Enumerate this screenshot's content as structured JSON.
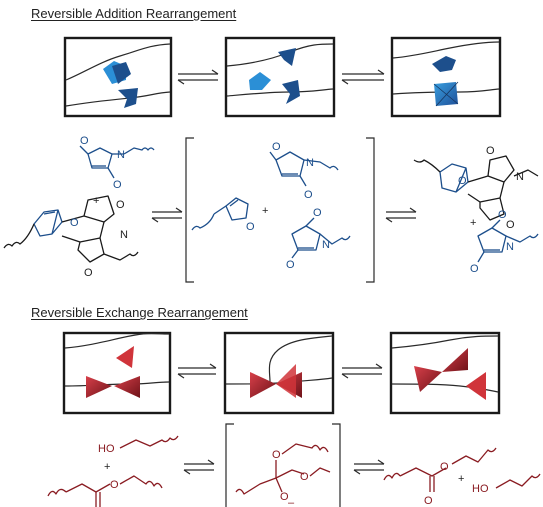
{
  "sections": {
    "addition": {
      "title": "Reversible Addition Rearrangement"
    },
    "exchange": {
      "title": "Reversible Exchange Rearrangement"
    }
  },
  "atoms": {
    "O": "O",
    "N": "N",
    "HO": "HO",
    "plus": "+",
    "minus": "–"
  },
  "colors": {
    "addition_accent": "#1d4f8c",
    "addition_light": "#2b8fd6",
    "exchange_accent": "#8a1c22",
    "exchange_light": "#d0343a",
    "outline": "#1a1a1a"
  },
  "icons": [
    "equilibrium-arrow-icon",
    "bracket-icon",
    "squiggle-bond-icon"
  ]
}
